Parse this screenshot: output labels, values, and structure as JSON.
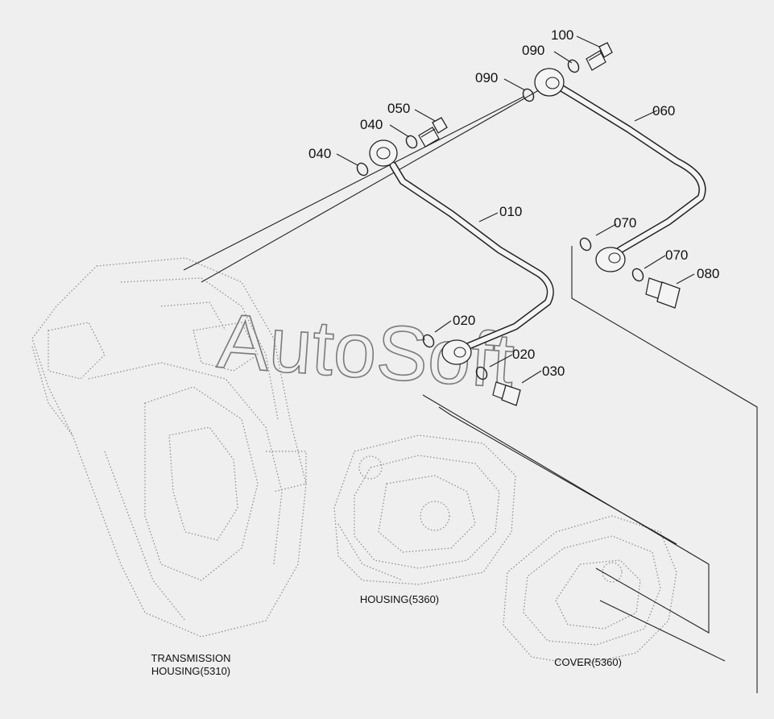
{
  "diagram": {
    "part_labels": {
      "p100": "100",
      "p090a": "090",
      "p090b": "090",
      "p050": "050",
      "p040a": "040",
      "p040b": "040",
      "p060": "060",
      "p010": "010",
      "p070a": "070",
      "p070b": "070",
      "p080": "080",
      "p020a": "020",
      "p020b": "020",
      "p030": "030"
    },
    "captions": {
      "transmission_line1": "TRANSMISSION",
      "transmission_line2": "HOUSING(5310)",
      "housing": "HOUSING(5360)",
      "cover": "COVER(5360)"
    },
    "watermark": "AutoSoft"
  }
}
